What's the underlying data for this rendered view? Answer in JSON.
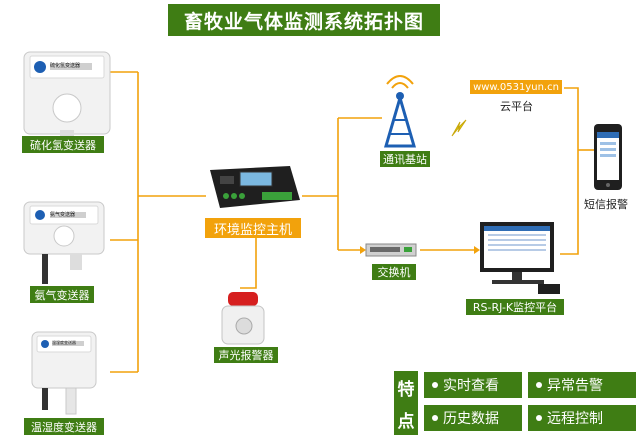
{
  "title": "畜牧业气体监测系统拓扑图",
  "devices": {
    "h2s": {
      "label": "硫化氢变送器",
      "tag": "硫化氢变送器"
    },
    "nh3": {
      "label": "氨气变送器",
      "tag": "氨气变送器"
    },
    "th": {
      "label": "温湿度变送器",
      "tag": "温湿度变送器"
    },
    "host": {
      "label": "环境监控主机"
    },
    "alarm": {
      "label": "声光报警器"
    },
    "base": {
      "label": "通讯基站"
    },
    "switch": {
      "label": "交换机"
    },
    "platform": {
      "label": "RS-RJ-K监控平台"
    },
    "cloud": {
      "url": "www.0531yun.cn",
      "label": "云平台"
    },
    "sms": {
      "label": "短信报警"
    }
  },
  "features": {
    "heading": [
      "特",
      "点"
    ],
    "items": [
      "实时查看",
      "异常告警",
      "历史数据",
      "远程控制"
    ]
  },
  "colors": {
    "green": "#3f7d14",
    "orange": "#f2a20c",
    "line": "#f2a20c",
    "alarm": "#d61f1f"
  }
}
